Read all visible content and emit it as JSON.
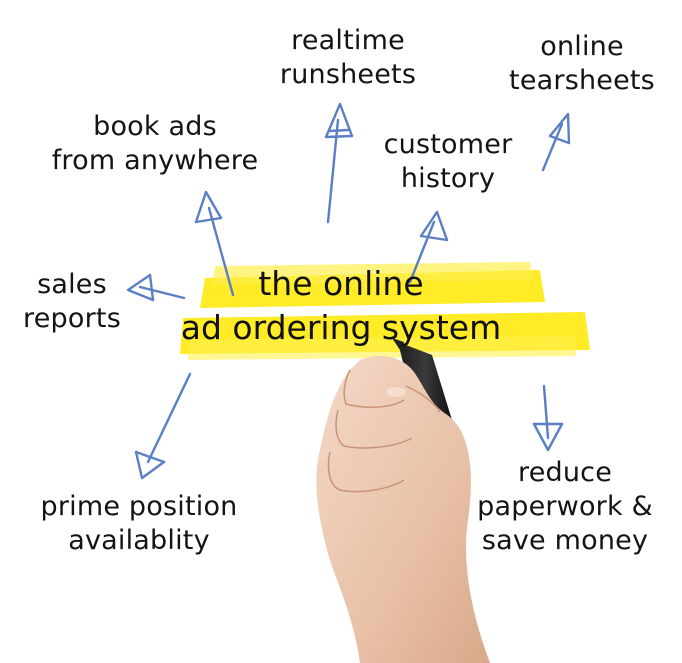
{
  "center": {
    "line1": "the online",
    "line2": "ad ordering system"
  },
  "labels": {
    "realtime_runsheets": [
      "realtime",
      "runsheets"
    ],
    "online_tearsheets": [
      "online",
      "tearsheets"
    ],
    "book_ads": [
      "book ads",
      "from anywhere"
    ],
    "customer_history": [
      "customer",
      "history"
    ],
    "sales_reports": [
      "sales",
      "reports"
    ],
    "prime_position": [
      "prime position",
      "availablity"
    ],
    "reduce_paperwork": [
      "reduce",
      "paperwork &",
      "save money"
    ]
  },
  "colors": {
    "highlight": "#ffe800",
    "arrow": "#5b7fc4",
    "ink": "#141414"
  }
}
